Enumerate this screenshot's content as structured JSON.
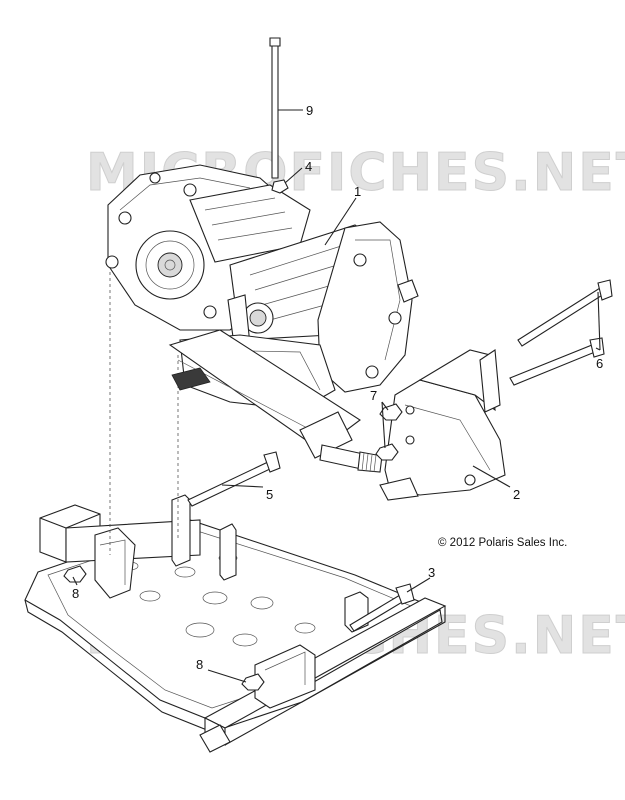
{
  "watermark": {
    "text": "MICROFICHES.NET"
  },
  "copyright": "© 2012 Polaris Sales Inc.",
  "callouts": [
    {
      "id": "1",
      "label": "1"
    },
    {
      "id": "2",
      "label": "2"
    },
    {
      "id": "3",
      "label": "3"
    },
    {
      "id": "4",
      "label": "4"
    },
    {
      "id": "5",
      "label": "5"
    },
    {
      "id": "6",
      "label": "6"
    },
    {
      "id": "7",
      "label": "7"
    },
    {
      "id": "8a",
      "label": "8"
    },
    {
      "id": "8b",
      "label": "8"
    },
    {
      "id": "9",
      "label": "9"
    }
  ],
  "colors": {
    "line": "#222222",
    "watermark": "#e2e2e2",
    "background": "#ffffff"
  }
}
